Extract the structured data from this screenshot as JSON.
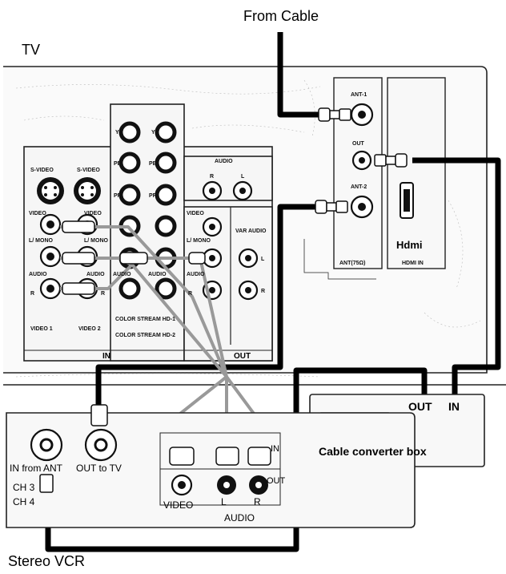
{
  "title": "From Cable",
  "tv": {
    "label": "TV",
    "inputs": {
      "svideo_1": "S-VIDEO",
      "svideo_2": "S-VIDEO",
      "video_1": "VIDEO",
      "video_2": "VIDEO",
      "lmono_1": "L/ MONO",
      "lmono_2": "L/ MONO",
      "audio_1": "AUDIO",
      "audio_2": "AUDIO",
      "r_1": "R",
      "r_2": "R",
      "video1_label": "VIDEO 1",
      "video2_label": "VIDEO 2",
      "in_label": "IN",
      "y1": "Y",
      "y2": "Y",
      "pb1": "PB",
      "pb2": "PB",
      "pr1": "PR",
      "pr2": "PR",
      "audio_c1": "AUDIO",
      "audio_c2": "AUDIO",
      "cs1": "COLOR STREAM HD-1",
      "cs2": "COLOR STREAM HD-2"
    },
    "audio_out": {
      "audio": "AUDIO",
      "r": "R",
      "l": "L",
      "video": "VIDEO",
      "lmono": "L/ MONO",
      "audio2": "AUDIO",
      "r2": "R",
      "var_audio": "VAR AUDIO",
      "l_side": "L",
      "r_side": "R",
      "out_label": "OUT"
    },
    "antenna": {
      "ant1": "ANT-1",
      "out": "OUT",
      "ant2": "ANT-2",
      "ant75": "ANT(75Ω)"
    },
    "hdmi": {
      "logo": "Hdmi",
      "label": "HDMI IN"
    }
  },
  "converter": {
    "name": "Cable converter box",
    "out": "OUT",
    "in": "IN"
  },
  "vcr": {
    "label": "Stereo VCR",
    "in_from_ant": "IN from ANT",
    "out_to_tv": "OUT to TV",
    "ch3": "CH 3",
    "ch4": "CH 4",
    "in_tag": "IN",
    "out_tag": "OUT",
    "video": "VIDEO",
    "l": "L",
    "r": "R",
    "audio": "AUDIO"
  }
}
